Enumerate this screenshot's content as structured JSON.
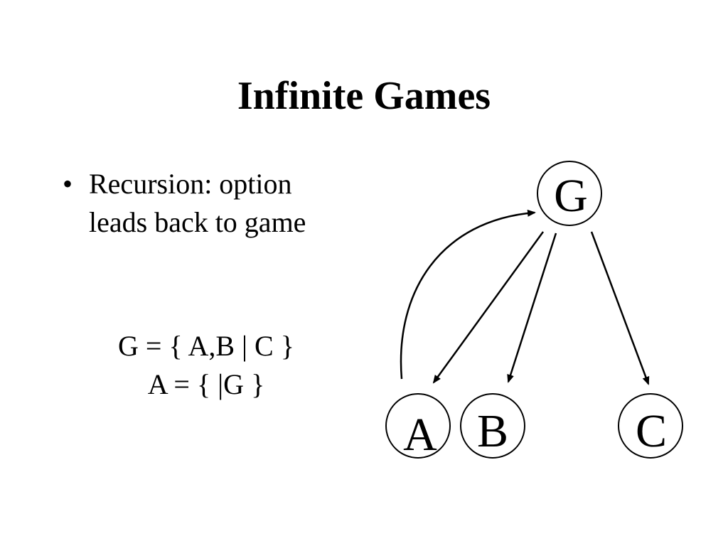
{
  "title": "Infinite Games",
  "bullets": [
    {
      "line1": "Recursion: option",
      "line2": "leads back to game"
    }
  ],
  "bullet_glyph": "•",
  "equations": [
    "G = { A,B | C }",
    "A = { |G }"
  ],
  "diagram": {
    "nodes": {
      "g": "G",
      "a": "A",
      "b": "B",
      "c": "C"
    }
  }
}
